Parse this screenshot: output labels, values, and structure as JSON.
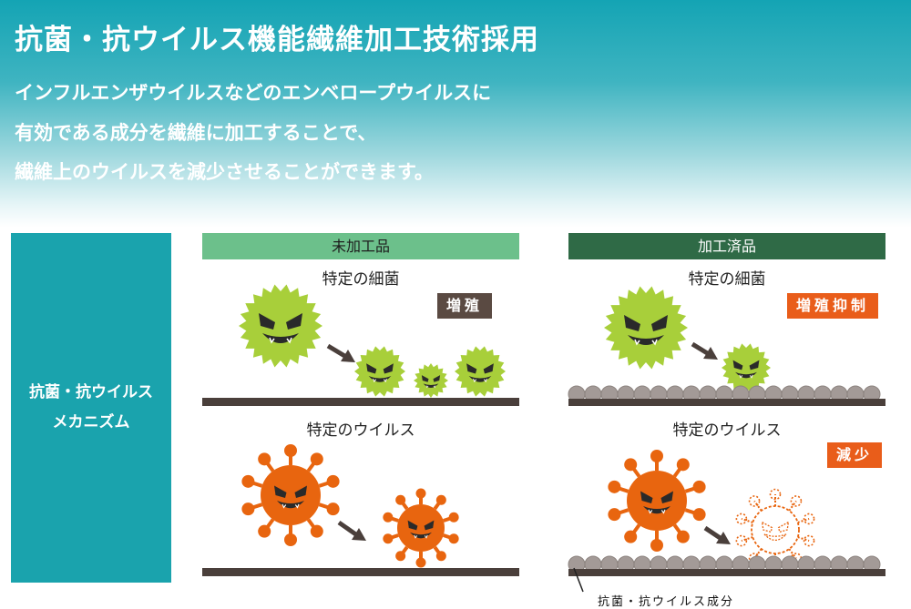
{
  "header": {
    "title": "抗菌・抗ウイルス機能繊維加工技術採用",
    "description": [
      "インフルエンザウイルスなどのエンベロープウイルスに",
      "有効である成分を繊維に加工することで、",
      "繊維上のウイルスを減少させることができます。"
    ]
  },
  "side": {
    "lines": [
      "抗菌・抗ウイルス",
      "メカニズム"
    ]
  },
  "panels": {
    "untreated": {
      "heading": "未加工品",
      "bacteria_label": "特定の細菌",
      "bacteria_badge": "増殖",
      "virus_label": "特定のウイルス"
    },
    "treated": {
      "heading": "加工済品",
      "bacteria_label": "特定の細菌",
      "bacteria_badge": "増殖抑制",
      "virus_label": "特定のウイルス",
      "virus_badge": "減少"
    }
  },
  "caption": "抗菌・抗ウイルス成分",
  "colors": {
    "header_top": "#14a4b4",
    "side_panel": "#1aa3ad",
    "untreated_band": "#6cc08b",
    "treated_band": "#2f6a46",
    "bacteria": "#a8cf3a",
    "virus": "#e8650f",
    "surface": "#4a3f3b",
    "badge_brown": "#5a4a42",
    "badge_orange": "#e95d1a"
  }
}
